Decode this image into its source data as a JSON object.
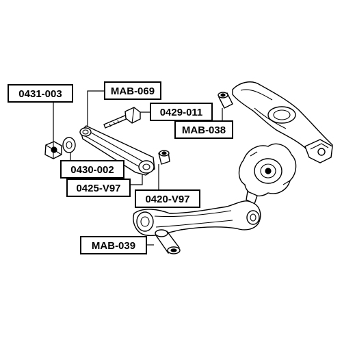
{
  "labels": {
    "p0431_003": "0431-003",
    "mab_069": "MAB-069",
    "p0429_011": "0429-011",
    "mab_038": "MAB-038",
    "p0430_002": "0430-002",
    "p0425_v97": "0425-V97",
    "p0420_v97": "0420-V97",
    "mab_039": "MAB-039"
  }
}
